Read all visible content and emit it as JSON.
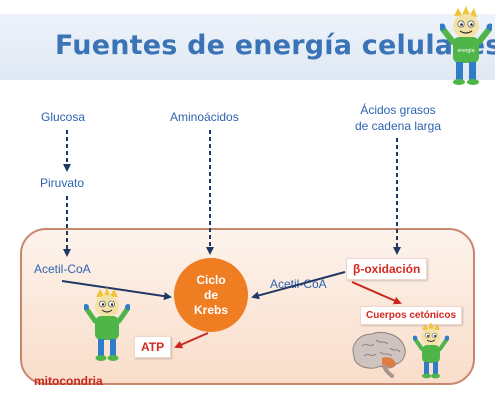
{
  "title": "Fuentes de energía celulares",
  "sources": {
    "glucosa": "Glucosa",
    "piruvato": "Piruvato",
    "aminoacidos": "Aminoácidos",
    "acidos_grasos_line1": "Ácidos grasos",
    "acidos_grasos_line2": "de cadena larga"
  },
  "mitochondria": {
    "label": "mitocondria",
    "acetil_coa_left": "Acetil-CoA",
    "acetil_coa_right": "Acetil-CoA",
    "krebs_line1": "Ciclo",
    "krebs_line2": "de",
    "krebs_line3": "Krebs",
    "beta_oxidacion": "β-oxidación",
    "cuerpos_cetonicos": "Cuerpos cetónicos",
    "atp": "ATP"
  },
  "mascot": {
    "shirt_text": "energía"
  },
  "colors": {
    "title": "#3a73b6",
    "label_blue": "#2d63b0",
    "arrow_navy": "#1f3864",
    "arrow_red": "#c8281e",
    "krebs_orange": "#ef7d22",
    "mascot_green": "#4fb548"
  }
}
